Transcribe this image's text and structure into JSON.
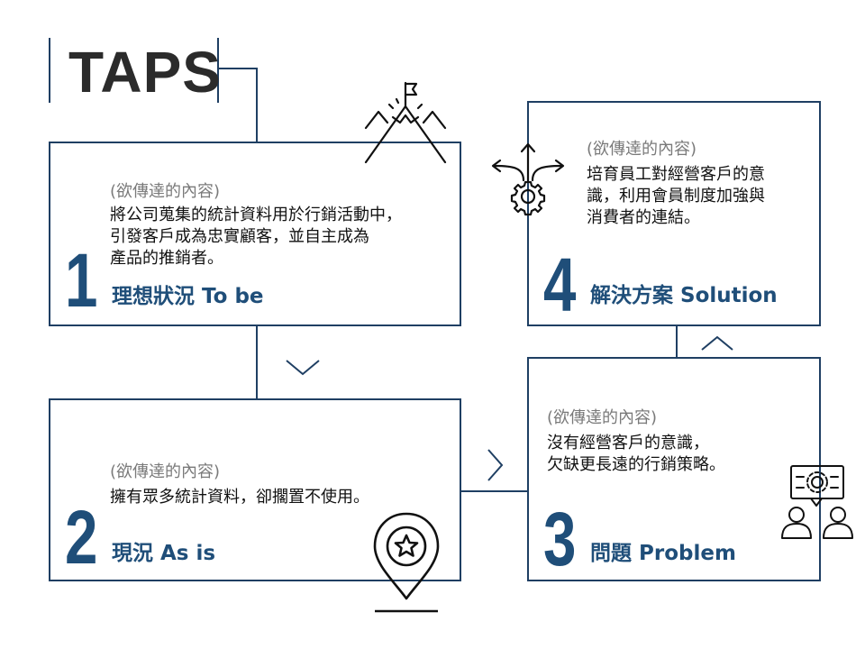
{
  "title": "TAPS",
  "steps": [
    {
      "number": "1",
      "subtitle": "(欲傳達的內容)",
      "lines": [
        "將公司蒐集的統計資料用於行銷活動中，",
        "引發客戶成為忠實顧客，並自主成為",
        "產品的推銷者。"
      ],
      "heading": "理想狀況 To be",
      "icon": "mountain-flag-icon"
    },
    {
      "number": "2",
      "subtitle": "(欲傳達的內容)",
      "lines": [
        "擁有眾多統計資料，卻擱置不使用。"
      ],
      "heading": "現況 As is",
      "icon": "location-star-icon"
    },
    {
      "number": "3",
      "subtitle": "(欲傳達的內容)",
      "lines": [
        "沒有經營客戶的意識，",
        "欠缺更長遠的行銷策略。"
      ],
      "heading": "問題 Problem",
      "icon": "people-discussion-gear-icon"
    },
    {
      "number": "4",
      "subtitle": "(欲傳達的內容)",
      "lines": [
        "培育員工對經營客戶的意",
        "識，利用會員制度加強與",
        "消費者的連結。"
      ],
      "heading": "解決方案 Solution",
      "icon": "arrows-gear-icon"
    }
  ],
  "colors": {
    "accent": "#1f4e79",
    "line": "#1f3f63",
    "muted": "#7a7a7a"
  }
}
